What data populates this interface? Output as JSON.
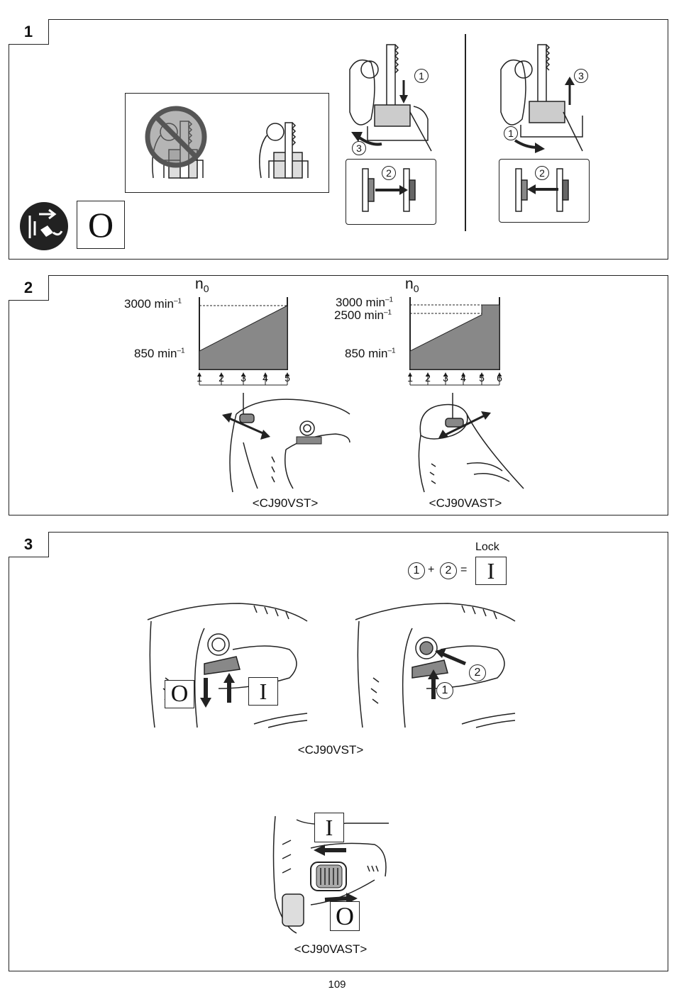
{
  "sections": [
    {
      "number": "1"
    },
    {
      "number": "2"
    },
    {
      "number": "3"
    }
  ],
  "symbols": {
    "off": "O",
    "on": "I",
    "lock_label": "Lock"
  },
  "steps": {
    "one": "1",
    "two": "2",
    "three": "3"
  },
  "speed": {
    "n0": "n",
    "n0_sub": "0",
    "label_3000": "3000 min",
    "label_2500": "2500 min",
    "label_850": "850 min",
    "unit_sup": "–1",
    "ticks_vst": [
      "1",
      "2",
      "3",
      "4",
      "5"
    ],
    "ticks_vast": [
      "1",
      "2",
      "3",
      "4",
      "5",
      "6"
    ]
  },
  "models": {
    "vst": "<CJ90VST>",
    "vast": "<CJ90VAST>"
  },
  "equation": {
    "plus": "+",
    "equals": "="
  },
  "page_number": "109"
}
